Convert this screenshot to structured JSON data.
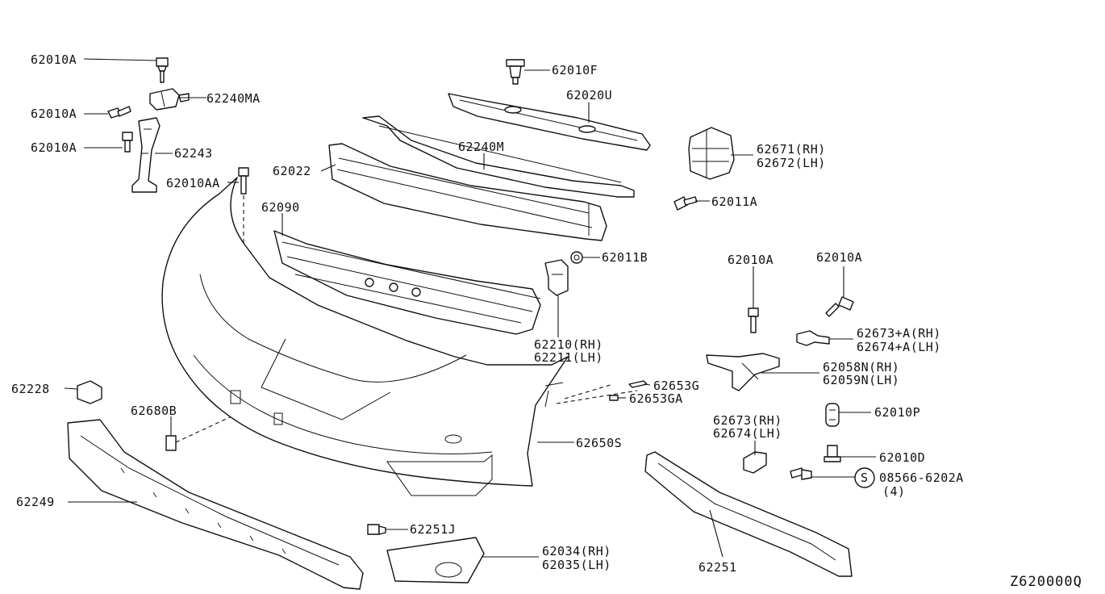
{
  "diagram": {
    "code": "Z620000Q",
    "labels": {
      "l_62010A_1": "62010A",
      "l_62240MA": "62240MA",
      "l_62010A_2": "62010A",
      "l_62010A_3": "62010A",
      "l_62243": "62243",
      "l_62010AA": "62010AA",
      "l_62022": "62022",
      "l_62090": "62090",
      "l_62010F": "62010F",
      "l_62020U": "62020U",
      "l_62240M": "62240M",
      "l_62671": "62671(RH)",
      "l_62672": "62672(LH)",
      "l_62011A": "62011A",
      "l_62011B": "62011B",
      "l_62210": "62210(RH)",
      "l_62211": "62211(LH)",
      "l_62010A_4": "62010A",
      "l_62010A_5": "62010A",
      "l_62673A": "62673+A(RH)",
      "l_62674A": "62674+A(LH)",
      "l_62058N": "62058N(RH)",
      "l_62059N": "62059N(LH)",
      "l_62653G": "62653G",
      "l_62653GA": "62653GA",
      "l_62228": "62228",
      "l_62680B": "62680B",
      "l_62010P": "62010P",
      "l_62673": "62673(RH)",
      "l_62674": "62674(LH)",
      "l_62650S": "62650S",
      "l_62010D": "62010D",
      "l_08566": "08566-6202A",
      "l_qty4": "(4)",
      "l_S": "S",
      "l_62249": "62249",
      "l_62251J": "62251J",
      "l_62034": "62034(RH)",
      "l_62035": "62035(LH)",
      "l_62251": "62251"
    }
  }
}
